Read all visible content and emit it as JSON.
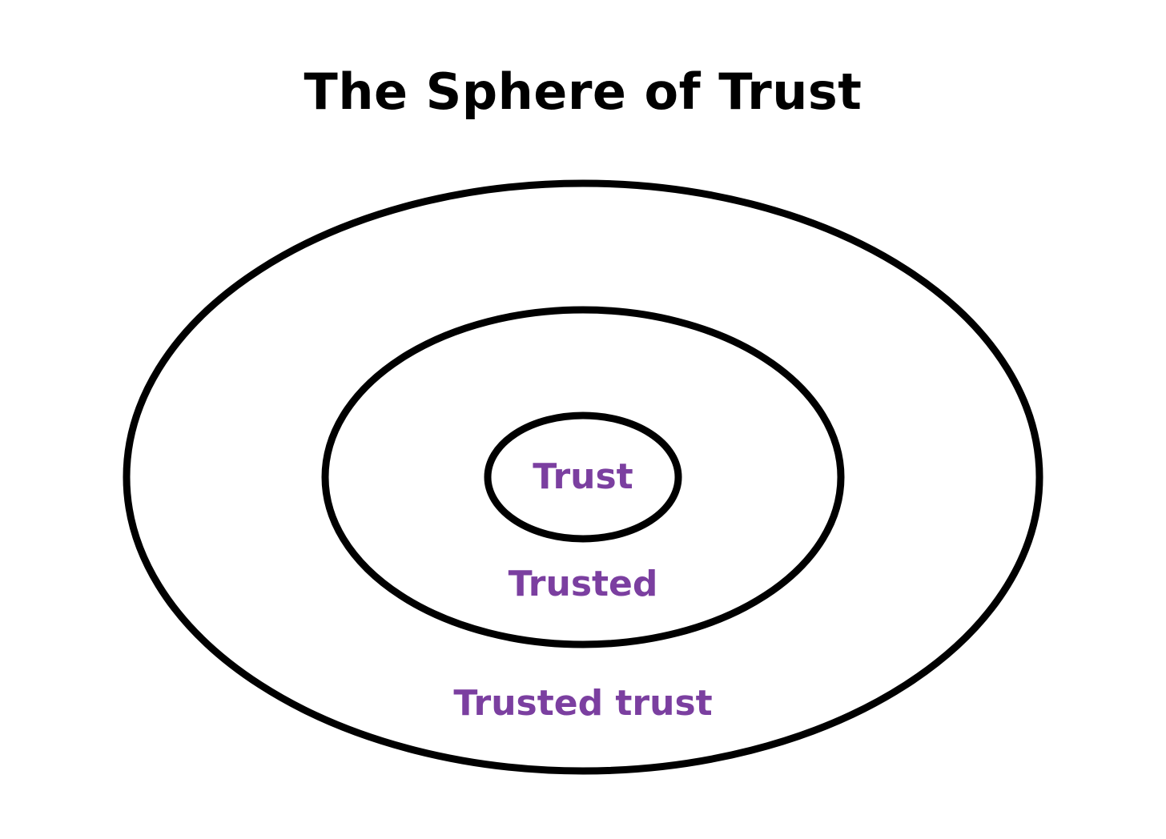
{
  "title": "The Sphere of Trust",
  "colors": {
    "outline": "#000000",
    "label": "#7b3fa0",
    "background": "#ffffff"
  },
  "rings": {
    "inner": {
      "label": "Trust"
    },
    "middle": {
      "label": "Trusted"
    },
    "outer": {
      "label": "Trusted trust"
    }
  }
}
